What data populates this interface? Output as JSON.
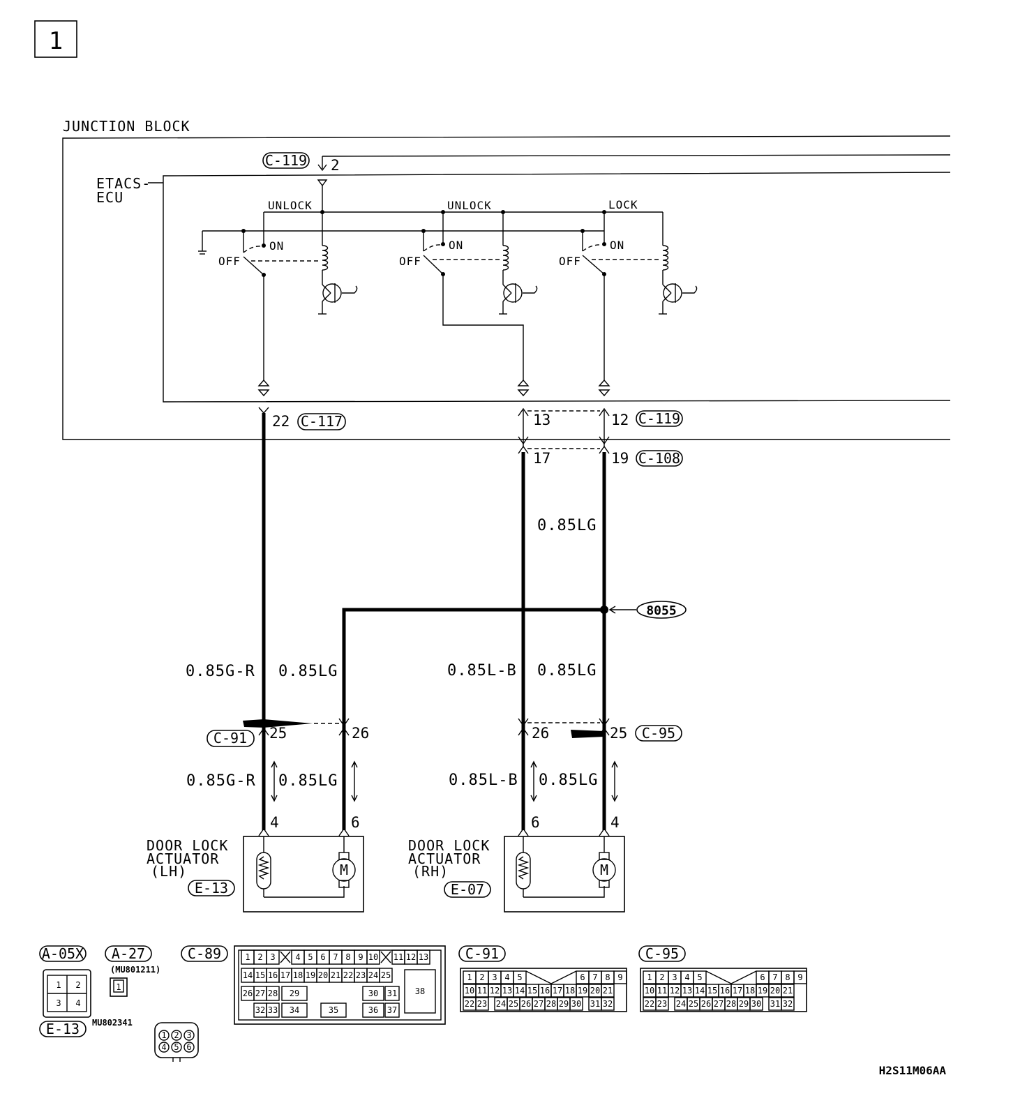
{
  "page_number": "1",
  "junction_block": {
    "label": "JUNCTION BLOCK"
  },
  "etacs": {
    "label_line1": "ETACS-",
    "label_line2": "ECU"
  },
  "relays": [
    {
      "name": "UNLOCK",
      "on": "ON",
      "off": "OFF"
    },
    {
      "name": "UNLOCK",
      "on": "ON",
      "off": "OFF"
    },
    {
      "name": "LOCK",
      "on": "ON",
      "off": "OFF"
    }
  ],
  "connectors": {
    "c119_top": "C-119",
    "c119_top_pin": "2",
    "c117": "C-117",
    "c117_pin": "22",
    "c119_mid": "C-119",
    "c119_pin_a": "13",
    "c119_pin_b": "12",
    "c108": "C-108",
    "c108_pin_a": "17",
    "c108_pin_b": "19",
    "c91": "C-91",
    "c91_pin_a": "25",
    "c91_pin_b": "26",
    "c95": "C-95",
    "c95_pin_a": "26",
    "c95_pin_b": "25",
    "junction": "8055"
  },
  "wires": {
    "rh_upper": "0.85LG",
    "lh_a": "0.85G-R",
    "lh_b": "0.85LG",
    "rh_a": "0.85L-B",
    "rh_b": "0.85LG",
    "lh_a_low": "0.85G-R",
    "lh_b_low": "0.85LG",
    "rh_a_low": "0.85L-B",
    "rh_b_low": "0.85LG"
  },
  "actuators": {
    "lh": {
      "line1": "DOOR LOCK",
      "line2": "ACTUATOR",
      "line3": "(LH)",
      "connector": "E-13",
      "pin_a": "4",
      "pin_b": "6"
    },
    "rh": {
      "line1": "DOOR LOCK",
      "line2": "ACTUATOR",
      "line3": "(RH)",
      "connector": "E-07",
      "pin_a": "6",
      "pin_b": "4"
    }
  },
  "connector_views": {
    "a05x": "A-05X",
    "a27": "A-27",
    "a27_part": "(MU801211)",
    "a27_pin": "1",
    "e13": "E-13",
    "e13_part": "MU802341",
    "a05x_pins": [
      "1",
      "2",
      "3",
      "4"
    ],
    "e13_pins": [
      "1",
      "2",
      "3",
      "4",
      "5",
      "6"
    ],
    "c89": "C-89",
    "c89_row1": [
      "1",
      "2",
      "3",
      "",
      "4",
      "5",
      "6",
      "7",
      "8",
      "9",
      "10",
      "",
      "11",
      "12",
      "13"
    ],
    "c89_row2": [
      "14",
      "15",
      "16",
      "17",
      "18",
      "19",
      "20",
      "21",
      "22",
      "23",
      "24",
      "25"
    ],
    "c89_row3": [
      "26",
      "27",
      "28",
      "29",
      "30",
      "31"
    ],
    "c89_row4": [
      "32",
      "33",
      "34",
      "35",
      "36",
      "37"
    ],
    "c89_big": "38",
    "c91": "C-91",
    "c95": "C-95",
    "c91_row1": [
      "1",
      "2",
      "3",
      "4",
      "5",
      "6",
      "7",
      "8",
      "9"
    ],
    "c91_row2": [
      "10",
      "11",
      "12",
      "13",
      "14",
      "15",
      "16",
      "17",
      "18",
      "19",
      "20",
      "21"
    ],
    "c91_row3": [
      "22",
      "23",
      "24",
      "25",
      "26",
      "27",
      "28",
      "29",
      "30",
      "31",
      "32"
    ],
    "c95_row1": [
      "1",
      "2",
      "3",
      "4",
      "5",
      "6",
      "7",
      "8",
      "9"
    ],
    "c95_row2": [
      "10",
      "11",
      "12",
      "13",
      "14",
      "15",
      "16",
      "17",
      "18",
      "19",
      "20",
      "21"
    ],
    "c95_row3": [
      "22",
      "23",
      "24",
      "25",
      "26",
      "27",
      "28",
      "29",
      "30",
      "31",
      "32"
    ]
  },
  "figure_code": "H2S11M06AA"
}
